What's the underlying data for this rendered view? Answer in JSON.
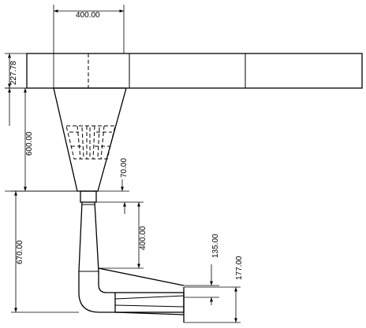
{
  "drawing": {
    "dimensions": {
      "top_width": "400.00",
      "header_height": "227.78",
      "cone_height": "600.00",
      "cone_outlet_height": "70.00",
      "pipe_drop": "400.00",
      "lower_total": "670.00",
      "elbow_to_outlet": "135.00",
      "outlet_height": "177.00"
    }
  }
}
